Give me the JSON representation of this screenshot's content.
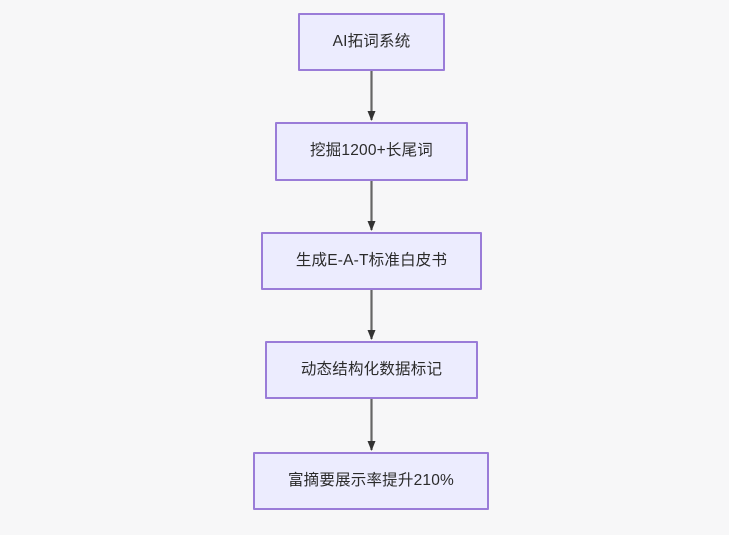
{
  "diagram": {
    "type": "flowchart",
    "direction": "top-to-bottom",
    "background_color": "#f7f7f8",
    "node_fill_color": "#ececfe",
    "node_border_color": "#9a7cd8",
    "node_text_color": "#2b2b2b",
    "edge_color": "#666666",
    "arrowhead_color": "#333333",
    "nodes": [
      {
        "id": "n1",
        "label": "AI拓词系统"
      },
      {
        "id": "n2",
        "label": "挖掘1200+长尾词"
      },
      {
        "id": "n3",
        "label": "生成E-A-T标准白皮书"
      },
      {
        "id": "n4",
        "label": "动态结构化数据标记"
      },
      {
        "id": "n5",
        "label": "富摘要展示率提升210%"
      }
    ],
    "edges": [
      {
        "from": "n1",
        "to": "n2",
        "label": ""
      },
      {
        "from": "n2",
        "to": "n3",
        "label": ""
      },
      {
        "from": "n3",
        "to": "n4",
        "label": ""
      },
      {
        "from": "n4",
        "to": "n5",
        "label": ""
      }
    ]
  }
}
